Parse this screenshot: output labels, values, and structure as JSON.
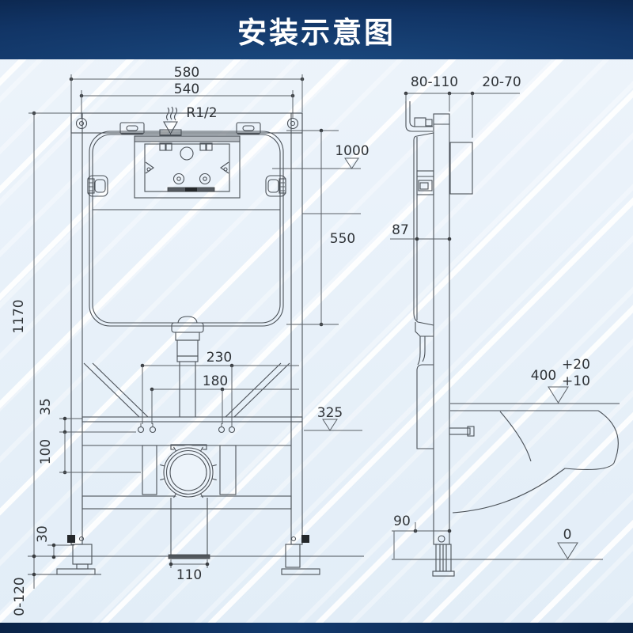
{
  "header": {
    "title": "安装示意图"
  },
  "colors": {
    "header_background": "#113465",
    "footer_bar": "#133a6d",
    "canvas_background": "#e7f0f9",
    "line_color": "#4b5158",
    "title_color": "#ffffff"
  },
  "diagram": {
    "type": "toilet-concealed-cistern-installation-diagram",
    "front_view": {
      "dims": {
        "overall_width": "580",
        "mount_hole_spacing": "540",
        "inlet_thread": "R1/2",
        "flush_level_height": "1000",
        "tank_height": "550",
        "frame_height": "1170",
        "outer_bolt_spacing": "230",
        "inner_bolt_spacing": "180",
        "bar_offset": "35",
        "outlet_level": "325",
        "lower_offset": "100",
        "foot_offset": "30",
        "drain_pipe_width": "110",
        "floor_adjust_range": "0-120"
      }
    },
    "side_view": {
      "dims": {
        "frame_depth": "80-110",
        "finish_depth": "20-70",
        "tank_depth": "87",
        "bowl_top_height": "400",
        "bowl_tol_upper": "+20",
        "bowl_tol_lower": "+10",
        "foot_depth": "90",
        "floor_datum": "0"
      }
    }
  }
}
